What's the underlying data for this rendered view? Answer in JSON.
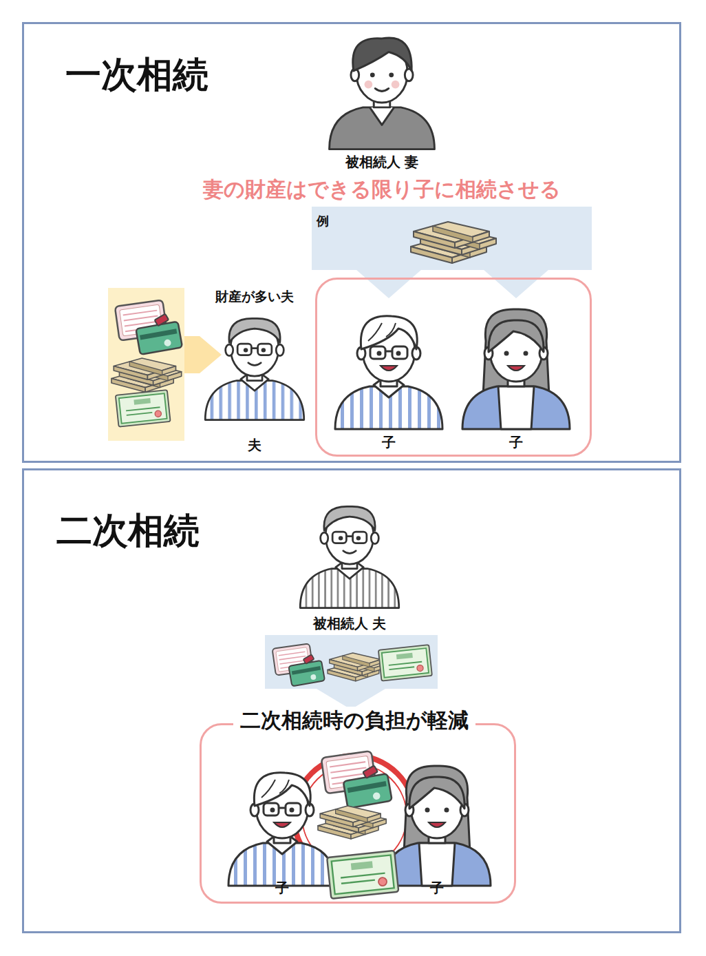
{
  "diagram": {
    "nodes": [
      {
        "text": [
          "一次相続"
        ]
      },
      {
        "text": [
          "例"
        ],
        "in": 0
      },
      {
        "text": [
          "子",
          "子"
        ],
        "in": 0
      },
      {
        "text": [
          "二次相続"
        ]
      },
      {
        "text": [
          "二次相続時の負担が軽減",
          "子",
          "子"
        ],
        "in": 3
      }
    ],
    "edges": [
      {
        "from": 1,
        "to": 2,
        "arrow": "to"
      },
      {
        "from": 1,
        "to": 2,
        "arrow": "to"
      }
    ],
    "labels": [
      "被相続人 妻",
      "妻の財産はできる限り子に相続させる",
      "財産が多い夫",
      "夫",
      "被相続人 夫"
    ]
  }
}
